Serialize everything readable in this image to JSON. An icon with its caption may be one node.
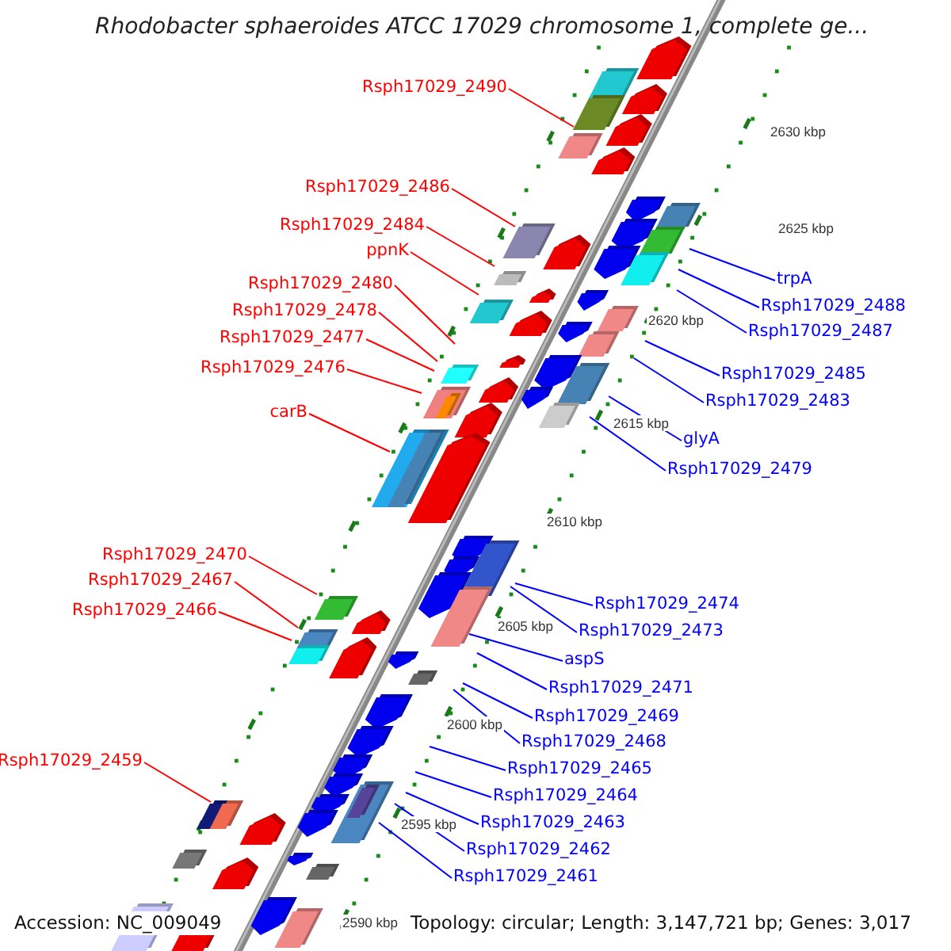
{
  "diagram": {
    "title": "Rhodobacter sphaeroides ATCC 17029 chromosome 1, complete ge...",
    "nodes": [
      {
        "text": [
          "Rsph17029_2490"
        ]
      },
      {
        "text": [
          "Rsph17029_2486"
        ]
      },
      {
        "text": [
          "Rsph17029_2484"
        ]
      },
      {
        "text": [
          "ppnK"
        ]
      },
      {
        "text": [
          "Rsph17029_2480"
        ]
      },
      {
        "text": [
          "Rsph17029_2478"
        ]
      },
      {
        "text": [
          "Rsph17029_2477"
        ]
      },
      {
        "text": [
          "Rsph17029_2476"
        ]
      },
      {
        "text": [
          "carB"
        ]
      },
      {
        "text": [
          "Rsph17029_2470"
        ]
      },
      {
        "text": [
          "Rsph17029_2467"
        ]
      },
      {
        "text": [
          "Rsph17029_2466"
        ]
      },
      {
        "text": [
          "Rsph17029_2459"
        ]
      },
      {
        "text": [
          "trpA"
        ]
      },
      {
        "text": [
          "Rsph17029_2488"
        ]
      },
      {
        "text": [
          "Rsph17029_2487"
        ]
      },
      {
        "text": [
          "Rsph17029_2485"
        ]
      },
      {
        "text": [
          "Rsph17029_2483"
        ]
      },
      {
        "text": [
          "glyA"
        ]
      },
      {
        "text": [
          "Rsph17029_2479"
        ]
      },
      {
        "text": [
          "Rsph17029_2474"
        ]
      },
      {
        "text": [
          "Rsph17029_2473"
        ]
      },
      {
        "text": [
          "aspS"
        ]
      },
      {
        "text": [
          "Rsph17029_2471"
        ]
      },
      {
        "text": [
          "Rsph17029_2469"
        ]
      },
      {
        "text": [
          "Rsph17029_2468"
        ]
      },
      {
        "text": [
          "Rsph17029_2465"
        ]
      },
      {
        "text": [
          "Rsph17029_2464"
        ]
      },
      {
        "text": [
          "Rsph17029_2463"
        ]
      },
      {
        "text": [
          "Rsph17029_2462"
        ]
      },
      {
        "text": [
          "Rsph17029_2461"
        ]
      }
    ],
    "edges": [
      {
        "from": 0,
        "to": null,
        "arrow": "none",
        "color": "#ff0000"
      },
      {
        "from": 1,
        "to": null,
        "arrow": "none",
        "color": "#ff0000"
      },
      {
        "from": 2,
        "to": null,
        "arrow": "none",
        "color": "#ff0000"
      },
      {
        "from": 3,
        "to": null,
        "arrow": "none",
        "color": "#ff0000"
      },
      {
        "from": 4,
        "to": null,
        "arrow": "none",
        "color": "#ff0000"
      },
      {
        "from": 5,
        "to": null,
        "arrow": "none",
        "color": "#ff0000"
      },
      {
        "from": 6,
        "to": null,
        "arrow": "none",
        "color": "#ff0000"
      },
      {
        "from": 7,
        "to": null,
        "arrow": "none",
        "color": "#ff0000"
      },
      {
        "from": 8,
        "to": null,
        "arrow": "none",
        "color": "#ff0000"
      },
      {
        "from": 9,
        "to": null,
        "arrow": "none",
        "color": "#ff0000"
      },
      {
        "from": 10,
        "to": null,
        "arrow": "none",
        "color": "#ff0000"
      },
      {
        "from": 11,
        "to": null,
        "arrow": "none",
        "color": "#ff0000"
      },
      {
        "from": 12,
        "to": null,
        "arrow": "none",
        "color": "#ff0000"
      },
      {
        "from": 13,
        "to": null,
        "arrow": "none"
      },
      {
        "from": 14,
        "to": null,
        "arrow": "none"
      },
      {
        "from": 15,
        "to": null,
        "arrow": "none"
      },
      {
        "from": 16,
        "to": null,
        "arrow": "none"
      },
      {
        "from": 17,
        "to": null,
        "arrow": "none"
      },
      {
        "from": 18,
        "to": null,
        "arrow": "none"
      },
      {
        "from": 19,
        "to": null,
        "arrow": "none"
      },
      {
        "from": 20,
        "to": null,
        "arrow": "none"
      },
      {
        "from": 21,
        "to": null,
        "arrow": "none"
      },
      {
        "from": 22,
        "to": null,
        "arrow": "none"
      },
      {
        "from": 23,
        "to": null,
        "arrow": "none"
      },
      {
        "from": 24,
        "to": null,
        "arrow": "none"
      },
      {
        "from": 25,
        "to": null,
        "arrow": "none"
      },
      {
        "from": 26,
        "to": null,
        "arrow": "none"
      },
      {
        "from": 27,
        "to": null,
        "arrow": "none"
      },
      {
        "from": 28,
        "to": null,
        "arrow": "none"
      },
      {
        "from": 29,
        "to": null,
        "arrow": "none"
      },
      {
        "from": 30,
        "to": null,
        "arrow": "none"
      }
    ],
    "labels": [
      "2630 kbp",
      "2625 kbp",
      "2620 kbp",
      "2615 kbp",
      "2610 kbp",
      "2605 kbp",
      "2600 kbp",
      "2595 kbp",
      "2590 kbp",
      "Accession: NC_009049",
      "Topology: circular; Length: 3,147,721 bp; Genes: 3,017"
    ]
  }
}
